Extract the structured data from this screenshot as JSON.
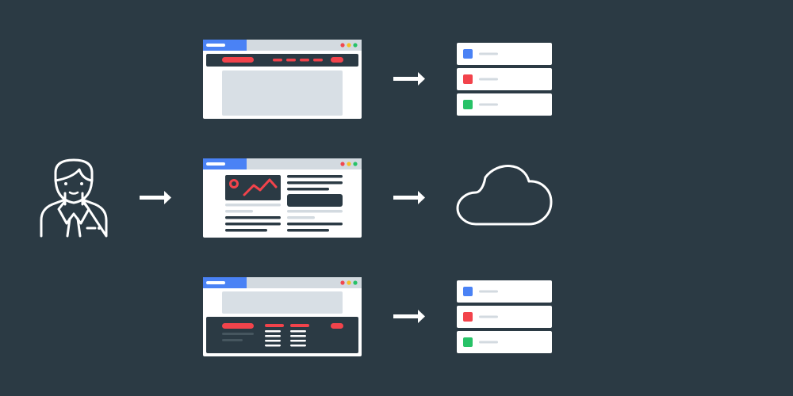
{
  "colors": {
    "background": "#2b3a44",
    "window_bg": "#ffffff",
    "titlebar": "#d3dae0",
    "tab": "#4a82f5",
    "dark_panel": "#2b3a44",
    "placeholder": "#d8dfe5",
    "accent_red": "#f2434b",
    "accent_green": "#27c267",
    "accent_blue": "#4a82f5",
    "dot_red": "#f0484f",
    "dot_yellow": "#f5c125",
    "dot_green": "#27c267",
    "line_light": "#d3dae0",
    "arrow": "#ffffff",
    "outline": "#ffffff"
  },
  "icons": {
    "user": "user-icon",
    "arrow": "arrow-right-icon",
    "cloud": "cloud-icon",
    "database": "database-icon",
    "chart": "trend-chart-icon",
    "window": "browser-window-icon"
  },
  "diagram": {
    "source": "user",
    "targets": [
      {
        "row": "top",
        "window_layout": "header-banner",
        "destination": "database",
        "server_tiers": [
          "blue",
          "red",
          "green"
        ]
      },
      {
        "row": "middle",
        "window_layout": "dashboard-chart",
        "destination": "cloud"
      },
      {
        "row": "bottom",
        "window_layout": "banner-footer",
        "destination": "database",
        "server_tiers": [
          "blue",
          "red",
          "green"
        ]
      }
    ]
  }
}
